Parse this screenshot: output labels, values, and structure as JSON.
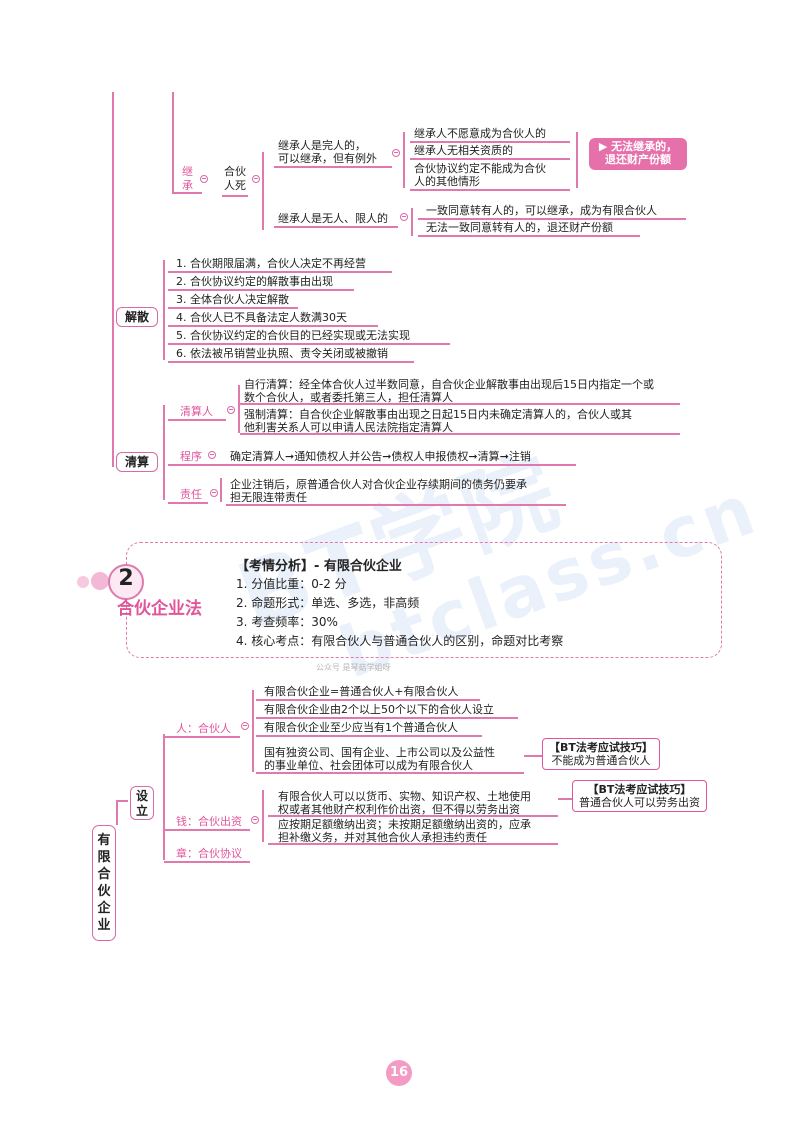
{
  "inherit": {
    "branch_label_1": "继",
    "branch_label_2": "承",
    "death_label_1": "合伙",
    "death_label_2": "人死",
    "capable_1": "继承人是完人的，",
    "capable_2": "可以继承，但有例外",
    "exc1": "继承人不愿意成为合伙人的",
    "exc2": "继承人无相关资质的",
    "exc3_1": "合伙协议约定不能成为合伙",
    "exc3_2": "人的其他情形",
    "result_1": "无法继承的，",
    "result_2": "退还财产份额",
    "incapable": "继承人是无人、限人的",
    "inc1": "一致同意转有人的，可以继承，成为有限合伙人",
    "inc2": "无法一致同意转有人的，退还财产份额"
  },
  "dissolution": {
    "label": "解散",
    "items": [
      "1. 合伙期限届满，合伙人决定不再经营",
      "2. 合伙协议约定的解散事由出现",
      "3. 全体合伙人决定解散",
      "4. 合伙人已不具备法定人数满30天",
      "5. 合伙协议约定的合伙目的已经实现或无法实现",
      "6. 依法被吊销营业执照、责令关闭或被撤销"
    ]
  },
  "liquidation": {
    "label": "清算",
    "liquidator_label": "清算人",
    "self_1": "自行清算：经全体合伙人过半数同意，自合伙企业解散事由出现后15日内指定一个或",
    "self_2": "数个合伙人，或者委托第三人，担任清算人",
    "forced_1": "强制清算：自合伙企业解散事由出现之日起15日内未确定清算人的，合伙人或其",
    "forced_2": "他利害关系人可以申请人民法院指定清算人",
    "procedure_label": "程序",
    "procedure": "确定清算人➞通知债权人并公告➞债权人申报债权➞清算➞注销",
    "liability_label": "责任",
    "liability_1": "企业注销后，原普通合伙人对合伙企业存续期间的债务仍要承",
    "liability_2": "担无限连带责任"
  },
  "section": {
    "number": "2",
    "title": "合伙企业法",
    "analysis_title": "【考情分析】- 有限合伙企业",
    "points": [
      "1. 分值比重：0-2 分",
      "2. 命题形式：单选、多选，非高频",
      "3. 考查频率：30%",
      "4. 核心考点：有限合伙人与普通合伙人的区别，命题对比考察"
    ],
    "faint": "公众号 是琴菇学姐呀"
  },
  "limited": {
    "root": [
      "有",
      "限",
      "合",
      "伙",
      "企",
      "业"
    ],
    "establish": [
      "设",
      "立"
    ],
    "person_label": "人：合伙人",
    "p1": "有限合伙企业=普通合伙人+有限合伙人",
    "p2": "有限合伙企业由2个以上50个以下的合伙人设立",
    "p3": "有限合伙企业至少应当有1个普通合伙人",
    "p4_1": "国有独资公司、国有企业、上市公司以及公益性",
    "p4_2": "的事业单位、社会团体可以成为有限合伙人",
    "tip1_title": "【BT法考应试技巧】",
    "tip1_body": "不能成为普通合伙人",
    "money_label": "钱：合伙出资",
    "m1_1": "有限合伙人可以以货币、实物、知识产权、土地使用",
    "m1_2": "权或者其他财产权利作价出资，但不得以劳务出资",
    "tip2_title": "【BT法考应试技巧】",
    "tip2_body": "普通合伙人可以劳务出资",
    "m2_1": "应按期足额缴纳出资；未按期足额缴纳出资的，应承",
    "m2_2": "担补缴义务，并对其他合伙人承担违约责任",
    "seal_label": "章：合伙协议"
  },
  "footer": {
    "page_number": "16"
  },
  "colors": {
    "accent": "#e0569b",
    "line": "#e079ad",
    "watermark": "#eaf1fa"
  }
}
